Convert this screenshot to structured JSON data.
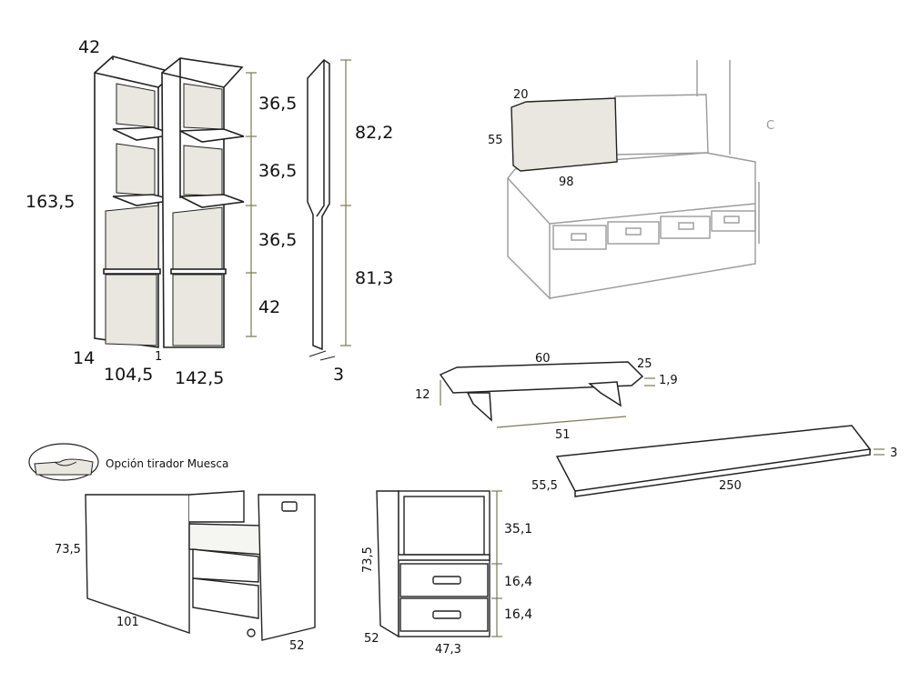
{
  "shelving": {
    "top_depth": "42",
    "total_height": "163,5",
    "bottom_depth": "14",
    "gap": "1",
    "width_left": "104,5",
    "width_right": "142,5",
    "shelf_spacing_1": "36,5",
    "shelf_spacing_2": "36,5",
    "shelf_spacing_3": "36,5",
    "shelf_spacing_4": "42"
  },
  "side_panel": {
    "upper_height": "82,2",
    "lower_height": "81,3",
    "thickness": "3"
  },
  "sofa_bed": {
    "cushion_depth": "20",
    "cushion_height": "55",
    "width": "98",
    "letter": "C"
  },
  "tray": {
    "length": "60",
    "depth": "25",
    "thickness": "1,9",
    "height": "12",
    "inner_width": "51"
  },
  "desk_top": {
    "depth": "55,5",
    "length": "250",
    "thickness": "3"
  },
  "pedestal": {
    "caption": "Opción tirador Muesca",
    "height": "73,5",
    "length": "101",
    "depth": "52"
  },
  "cabinet": {
    "height": "73,5",
    "open_height": "35,1",
    "drawer_1": "16,4",
    "drawer_2": "16,4",
    "depth": "52",
    "width": "47,3"
  },
  "colors": {
    "outline": "#222222",
    "panel_fill": "#e9e7e0",
    "dimension_line": "#7a7a55",
    "sofa_line": "#9a9a9a"
  }
}
